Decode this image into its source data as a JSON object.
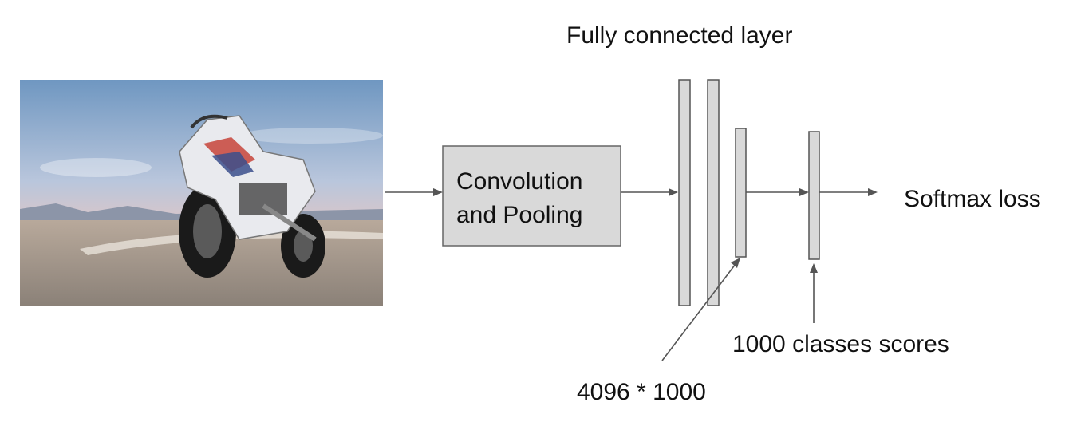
{
  "labels": {
    "fc_layer": "Fully connected layer",
    "conv_line1": "Convolution",
    "conv_line2": "and Pooling",
    "softmax": "Softmax loss",
    "scores": "1000 classes scores",
    "weights": "4096 * 1000"
  },
  "image": {
    "subject": "motorcycle photo",
    "sky_colors": [
      "#7ea2c6",
      "#bcc7da",
      "#e8c6c0"
    ],
    "ground_color": "#a59a8f",
    "bike_color": "#e9eaee"
  },
  "colors": {
    "box_fill": "#d9d9d9",
    "line": "#555555"
  }
}
